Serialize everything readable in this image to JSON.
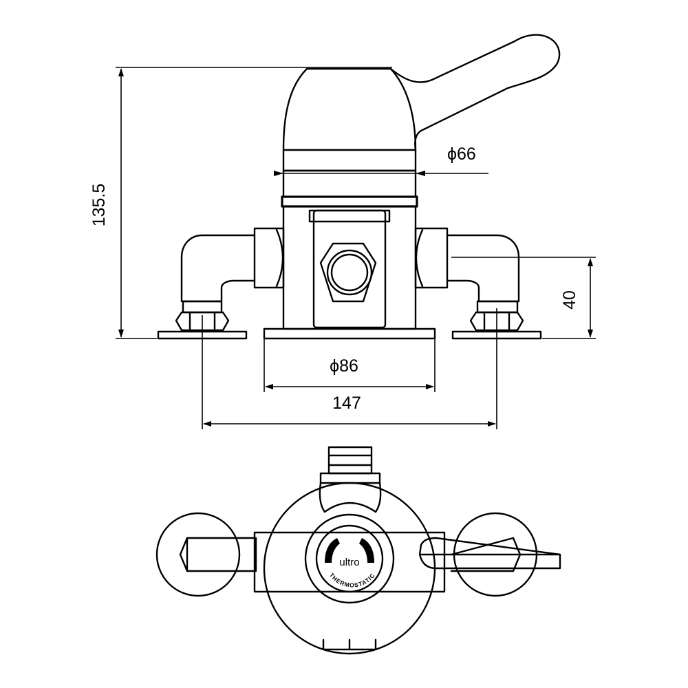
{
  "dimensions": {
    "height_total": "135.5",
    "handle_diameter": "ϕ66",
    "inlet_height": "40",
    "base_diameter": "ϕ86",
    "inlet_centres": "147"
  },
  "branding": {
    "logo_text": "ultro",
    "logo_subtext": "THERMOSTATIC"
  }
}
